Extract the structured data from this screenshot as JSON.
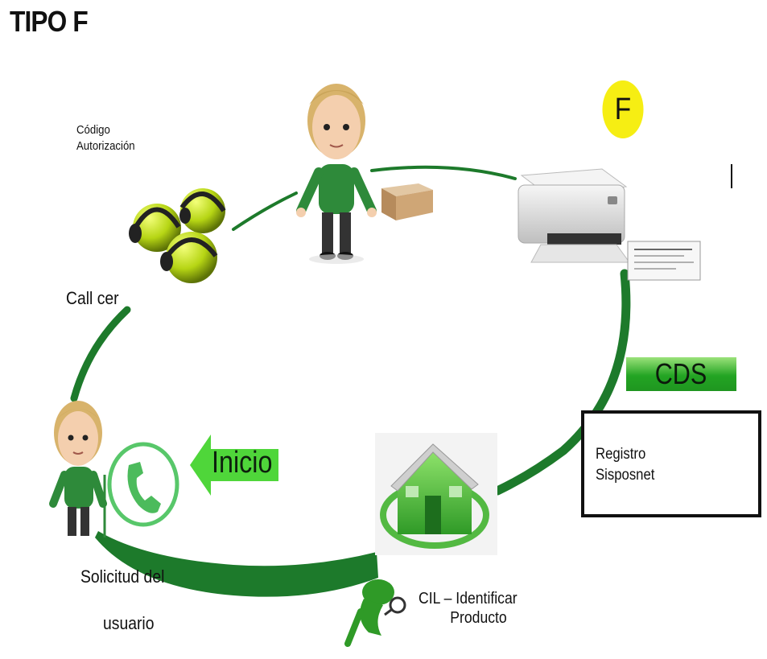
{
  "title": "TIPO F",
  "labels": {
    "codigo": [
      "Código",
      "Autorización"
    ],
    "call_center": "Call cer",
    "solicitud": "Solicitud del",
    "usuario": "usuario",
    "cil": [
      "CIL – Identificar",
      "Producto"
    ],
    "registro": [
      "Registro",
      "Sisposnet"
    ],
    "cds": "CDS",
    "inicio": "Inicio",
    "badge": "F"
  },
  "colors": {
    "flow_green": "#1d7a2b",
    "accent_green": "#36b52f",
    "badge_yellow": "#f6ee13"
  },
  "icons": {
    "headsets": "call-center-headsets-icon",
    "person_top": "person-avatar-icon",
    "box": "cardboard-box-icon",
    "printer": "printer-icon",
    "document": "printed-document-icon",
    "person_left": "person-avatar-icon",
    "phone": "phone-icon",
    "house": "house-icon",
    "magnifier_person": "search-person-icon",
    "register_app": "chat-bubble-app-icon"
  }
}
